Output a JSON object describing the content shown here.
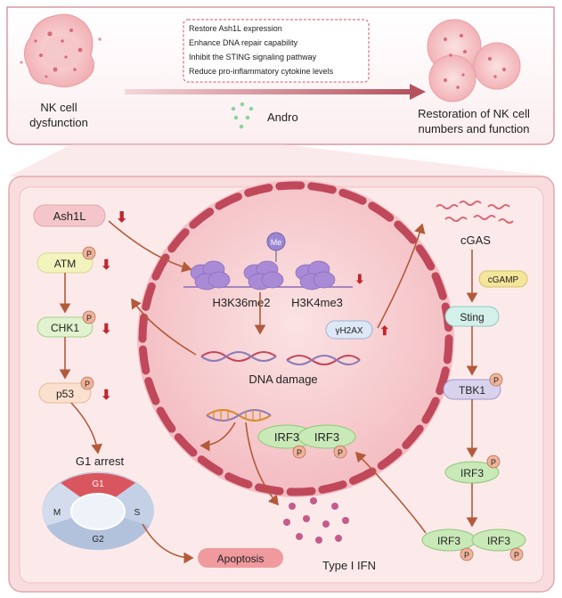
{
  "top_panel": {
    "left_label_line1": "NK cell",
    "left_label_line2": "dysfunction",
    "right_label_line1": "Restoration of NK cell",
    "right_label_line2": "numbers and function",
    "drug_label": "Andro",
    "effects": [
      "Restore Ash1L expression",
      "Enhance DNA repair capability",
      "Inhibit the STING signaling pathway",
      "Reduce pro-inflammatory cytokine levels"
    ]
  },
  "left_pathway": {
    "ash1l": "Ash1L",
    "atm": "ATM",
    "chk1": "CHK1",
    "p53": "p53",
    "g1_arrest": "G1 arrest",
    "cycle": {
      "g1": "G1",
      "s": "S",
      "g2": "G2",
      "m": "M"
    },
    "apoptosis": "Apoptosis",
    "phospho": "P"
  },
  "nucleus": {
    "me": "Me",
    "h3k36me2": "H3K36me2",
    "h3k4me3": "H3K4me3",
    "dna_damage": "DNA damage",
    "gh2ax": "γH2AX",
    "irf3_a": "IRF3",
    "irf3_b": "IRF3",
    "type1_ifn": "Type I IFN"
  },
  "right_pathway": {
    "cgas": "cGAS",
    "cgamp": "cGAMP",
    "sting": "Sting",
    "tbk1": "TBK1",
    "irf3": "IRF3",
    "irf3_dimer_a": "IRF3",
    "irf3_dimer_b": "IRF3"
  },
  "colors": {
    "arrow": "#b35a3a",
    "down_arrow": "#c0272d",
    "nucleus": "#f6cfd2",
    "nuclear_membrane": "#c0485b",
    "histone": "#a98ad6",
    "phospho": "#f0b39a"
  }
}
